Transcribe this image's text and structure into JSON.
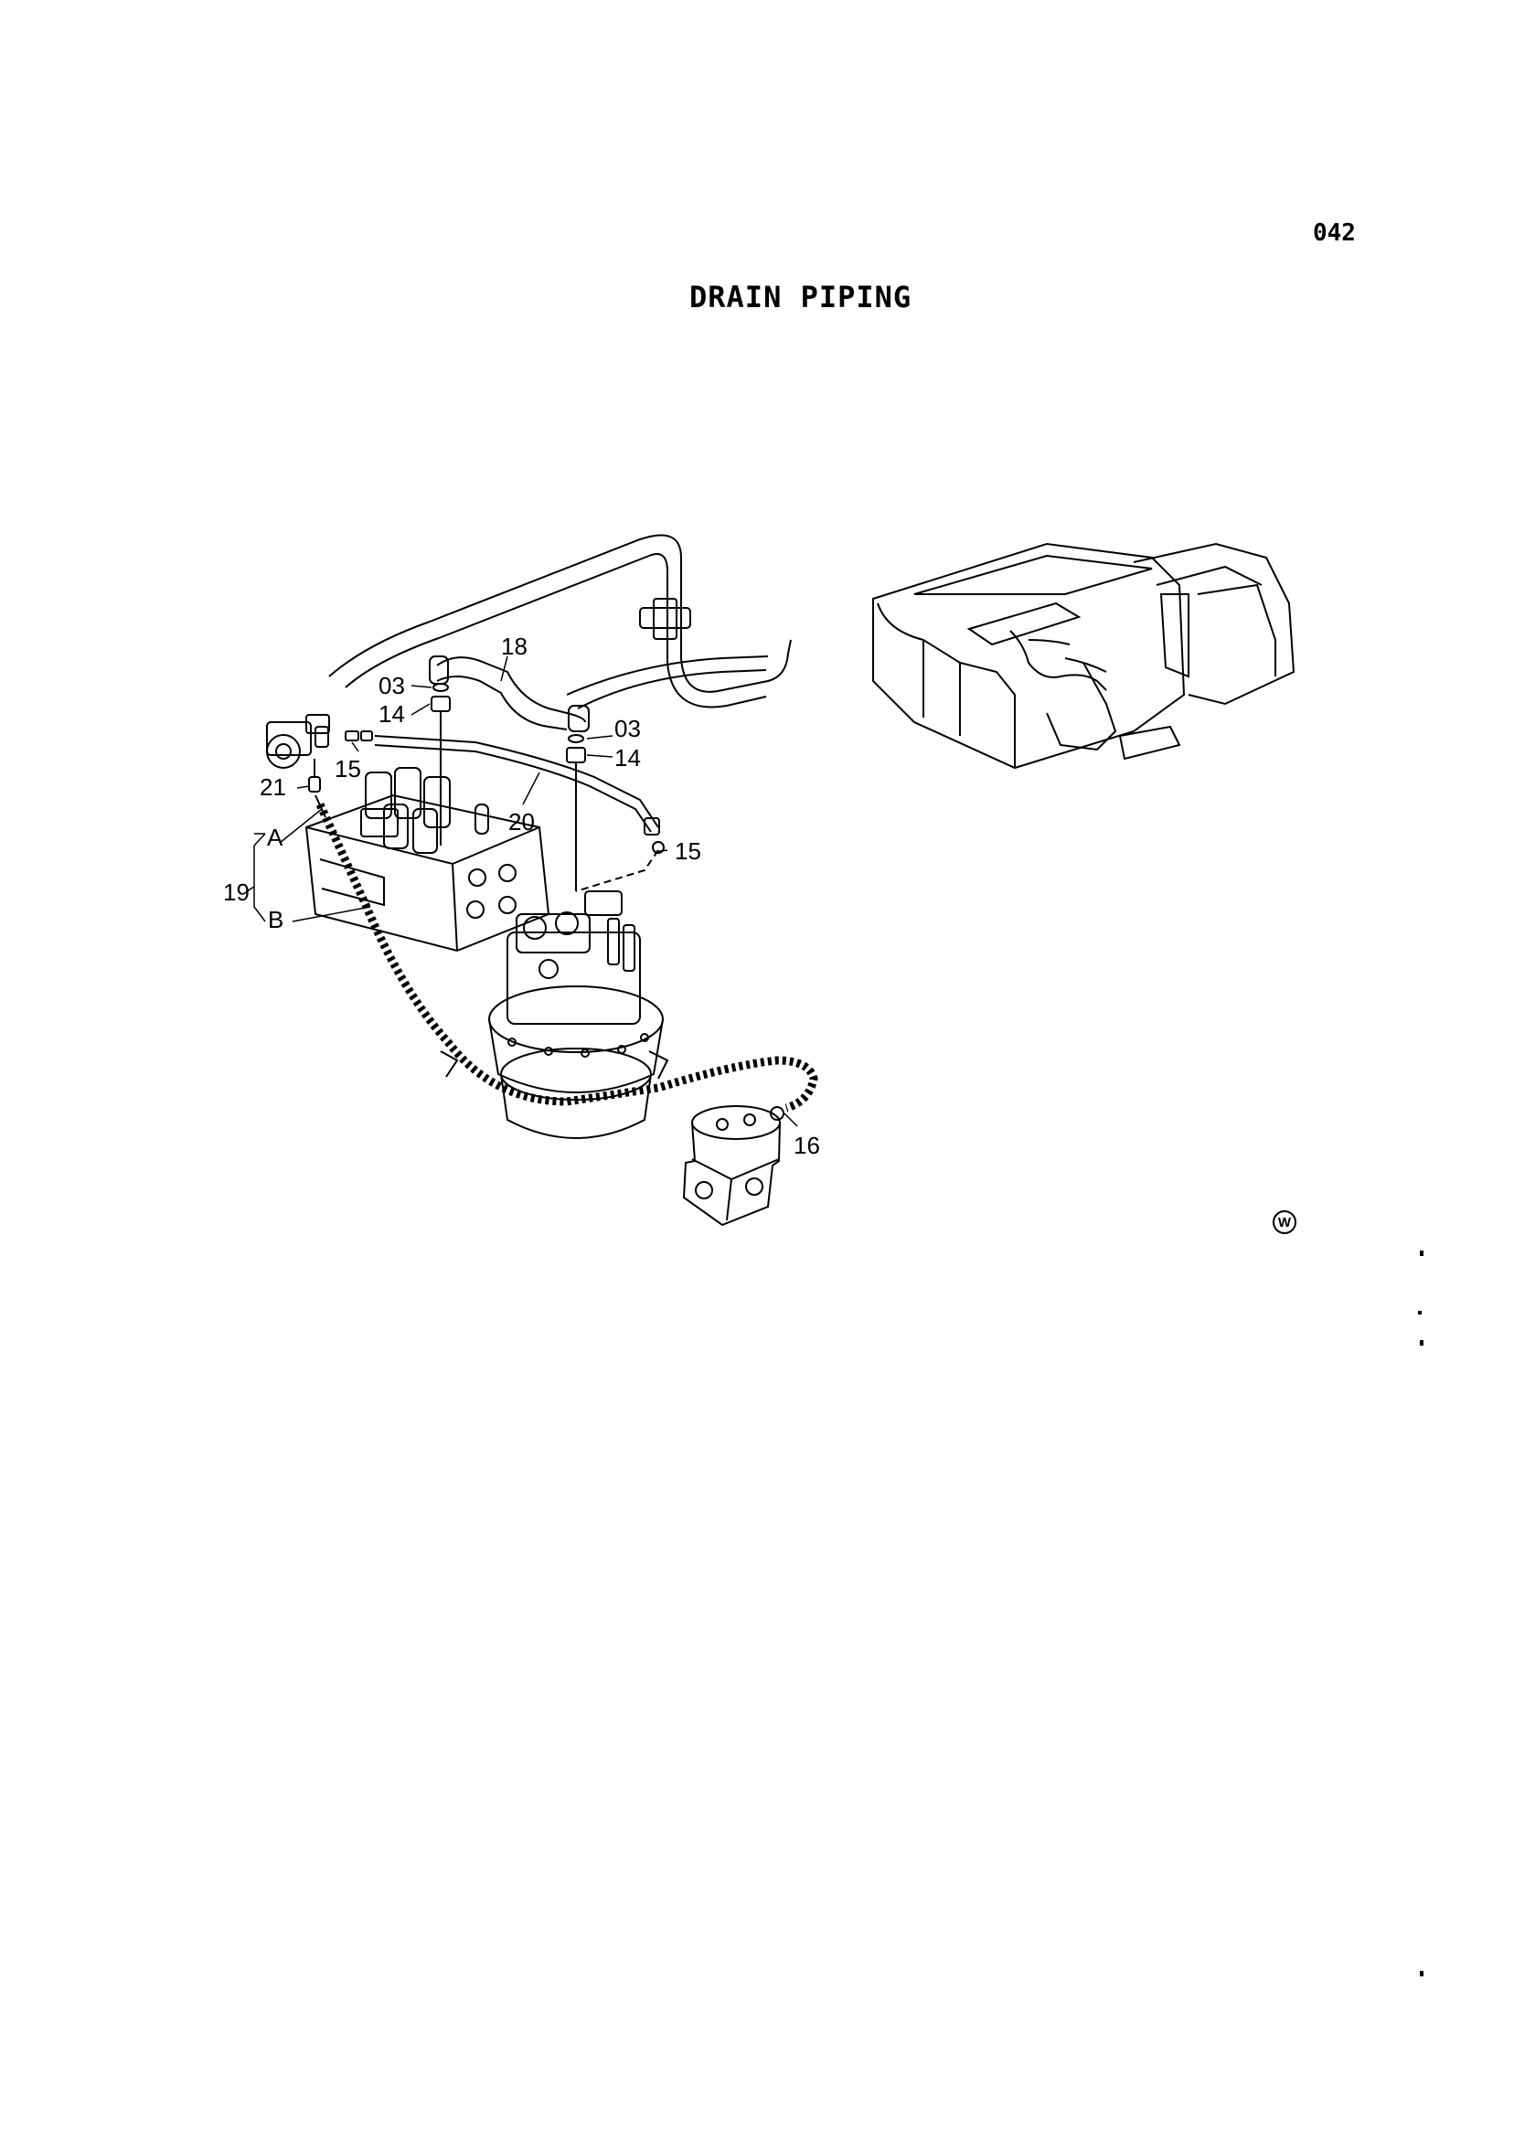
{
  "header": {
    "page_number": "042",
    "title": "DRAIN PIPING"
  },
  "callouts": [
    {
      "key": "c18",
      "label": "18"
    },
    {
      "key": "c03a",
      "label": "03"
    },
    {
      "key": "c14a",
      "label": "14"
    },
    {
      "key": "c03b",
      "label": "03"
    },
    {
      "key": "c14b",
      "label": "14"
    },
    {
      "key": "c15a",
      "label": "15"
    },
    {
      "key": "c21",
      "label": "21"
    },
    {
      "key": "c20",
      "label": "20"
    },
    {
      "key": "c15b",
      "label": "15"
    },
    {
      "key": "cA",
      "label": "A"
    },
    {
      "key": "c19",
      "label": "19"
    },
    {
      "key": "cB",
      "label": "B"
    },
    {
      "key": "c16",
      "label": "16"
    }
  ],
  "mark": {
    "symbol": "W"
  },
  "colors": {
    "ink": "#000000",
    "paper": "#ffffff"
  }
}
